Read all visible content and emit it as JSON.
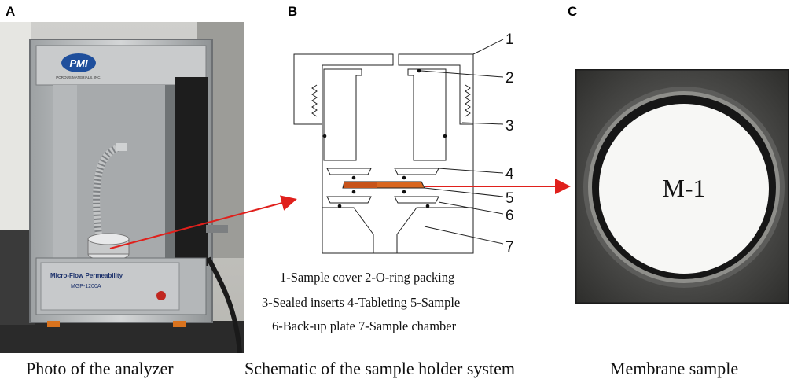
{
  "panels": [
    {
      "letter": "A",
      "caption": "Photo of the analyzer"
    },
    {
      "letter": "B",
      "caption": "Schematic of the sample holder system"
    },
    {
      "letter": "C",
      "caption": "Membrane sample"
    }
  ],
  "analyzer": {
    "logo": "PMI",
    "logo_subtitle": "POROUS MATERIALS, INC.",
    "front_label_1": "Micro-Flow Permeability",
    "front_label_2": "MGP-1200A"
  },
  "schematic": {
    "part_numbers": [
      "1",
      "2",
      "3",
      "4",
      "5",
      "6",
      "7"
    ],
    "legend_lines": [
      "1-Sample cover 2-O-ring packing",
      "3-Sealed inserts 4-Tableting 5-Sample",
      "6-Back-up plate 7-Sample chamber"
    ]
  },
  "membrane": {
    "label": "M-1"
  },
  "colors": {
    "arrow": "#e0201c",
    "sample": "#d9661f",
    "steel": "#b9bcbd",
    "plate": "#2b2b2b"
  }
}
